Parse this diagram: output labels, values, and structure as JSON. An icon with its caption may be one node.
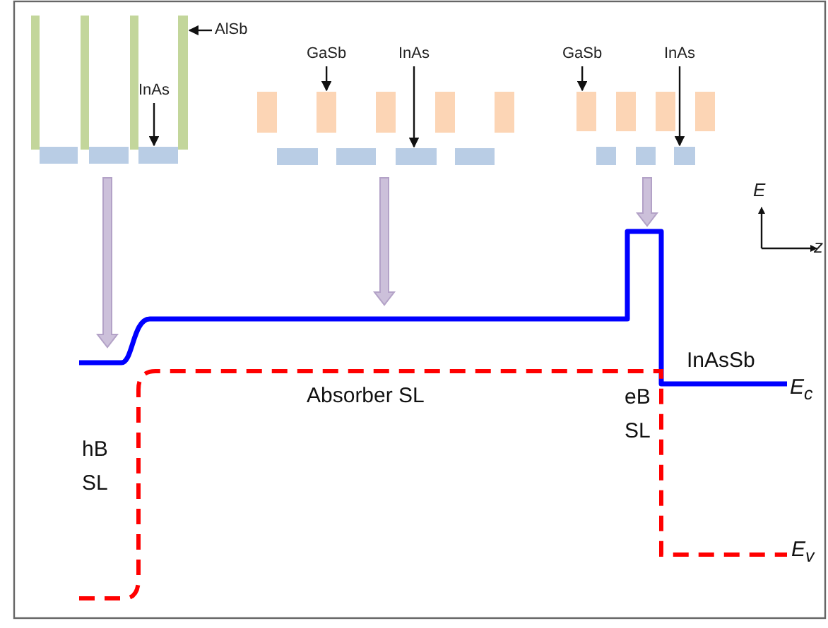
{
  "diagram": {
    "nodes": [
      {
        "text": [
          "AlSb"
        ]
      },
      {
        "text": [],
        "shape": "bar"
      },
      {
        "text": [
          "InAs"
        ]
      },
      {
        "text": [],
        "shape": "bar"
      },
      {
        "text": [
          "GaSb"
        ]
      },
      {
        "text": [],
        "shape": "bar"
      },
      {
        "text": [
          "InAs"
        ]
      },
      {
        "text": [],
        "shape": "bar"
      },
      {
        "text": [
          "GaSb"
        ]
      },
      {
        "text": [],
        "shape": "bar"
      },
      {
        "text": [
          "InAs"
        ]
      },
      {
        "text": [],
        "shape": "bar"
      },
      {
        "text": [],
        "shape": "bar"
      },
      {
        "text": [],
        "shape": "bar"
      },
      {
        "text": [],
        "shape": "bar"
      },
      {
        "text": [],
        "shape": "bar"
      },
      {
        "text": [],
        "shape": "bar"
      },
      {
        "text": [],
        "shape": "bar"
      },
      {
        "text": [],
        "shape": "bar"
      },
      {
        "text": [],
        "shape": "bar"
      },
      {
        "text": [],
        "shape": "bar"
      },
      {
        "text": [],
        "shape": "bar"
      },
      {
        "text": [],
        "shape": "bar"
      },
      {
        "text": [],
        "shape": "bar"
      },
      {
        "text": [],
        "shape": "bar"
      },
      {
        "text": [],
        "shape": "bar"
      },
      {
        "text": [],
        "shape": "bar"
      },
      {
        "text": [],
        "shape": "bar"
      },
      {
        "text": [],
        "shape": "bar"
      }
    ],
    "edges": [
      {
        "from": 0,
        "to": 1,
        "arrow": "to"
      },
      {
        "from": 2,
        "to": 3,
        "arrow": "to"
      },
      {
        "from": 4,
        "to": 5,
        "arrow": "to"
      },
      {
        "from": 6,
        "to": 7,
        "arrow": "to"
      },
      {
        "from": 8,
        "to": 9,
        "arrow": "to"
      },
      {
        "from": 10,
        "to": 11,
        "arrow": "to"
      }
    ],
    "labels": [
      "E",
      "z",
      "InAsSb",
      "E$_{c}$",
      "Absorber SL",
      "eB SL",
      "hB SL",
      "E$_{v}$"
    ]
  }
}
